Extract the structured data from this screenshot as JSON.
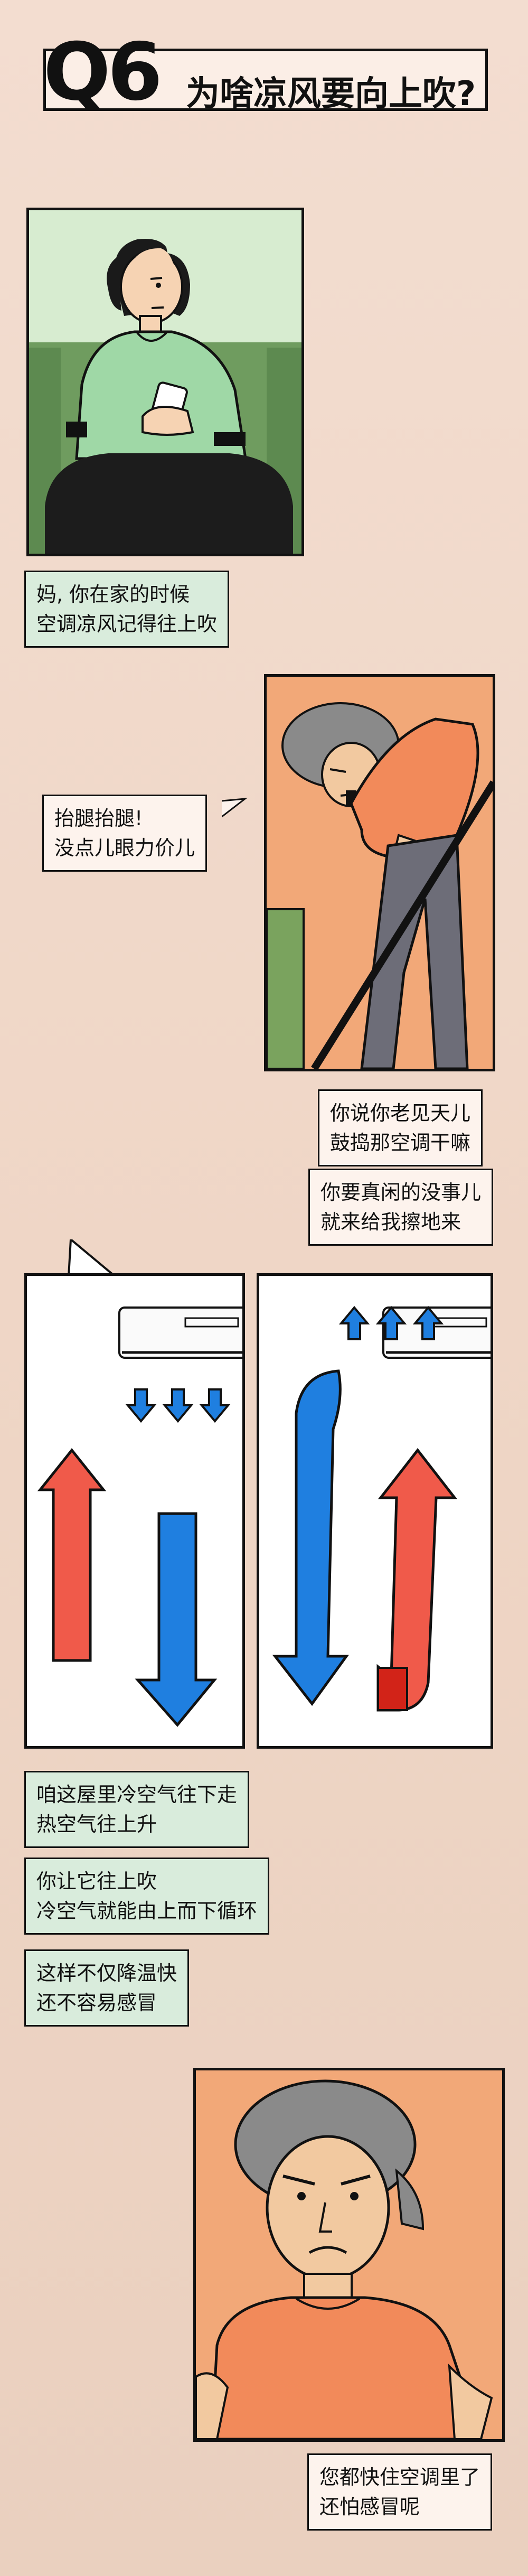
{
  "title": {
    "q": "Q6",
    "text": "为啥凉风要向上吹?"
  },
  "captions": {
    "c1": [
      "妈, 你在家的时候",
      "空调凉风记得往上吹"
    ],
    "c2": [
      "抬腿抬腿!",
      "没点儿眼力价儿"
    ],
    "c3": [
      "你说你老见天儿",
      "鼓捣那空调干嘛"
    ],
    "c4": [
      "你要真闲的没事儿",
      "就来给我擦地来"
    ],
    "c5": [
      "咱这屋里冷空气往下走",
      "热空气往上升"
    ],
    "c6": [
      "你让它往上吹",
      "冷空气就能由上而下循环"
    ],
    "c7": [
      "这样不仅降温快",
      "还不容易感冒"
    ],
    "c8": [
      "您都快住空调里了",
      "还怕感冒呢"
    ]
  },
  "colors": {
    "green_panel": "#d7ecd0",
    "orange_panel": "#f2a878",
    "cold_blue": "#1f7fe0",
    "hot_red": "#f05a4a"
  }
}
